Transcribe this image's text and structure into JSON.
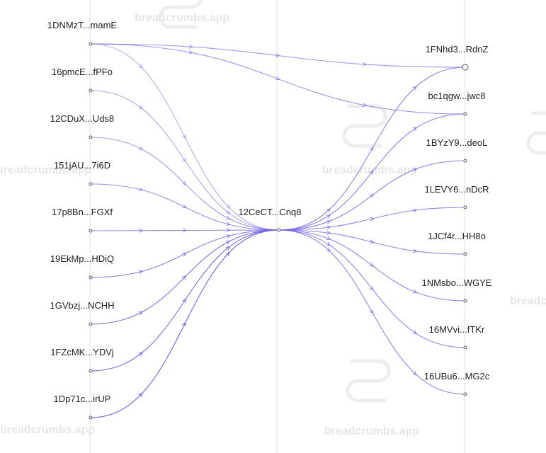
{
  "watermark": "breadcrumbs.app",
  "colors": {
    "link": "#6c5fe0",
    "column": "#e2e2e2",
    "node": "#555555",
    "label": "#222222",
    "watermark": "#e6e6e6"
  },
  "left_nodes": [
    "1DNMzT...mamE",
    "16pmcE...fPFo",
    "12CDuX...Uds8",
    "151jAU...7i6D",
    "17p8Bn...FGXf",
    "19EkMp...HDiQ",
    "1GVbzj...NCHH",
    "1FZcMK...YDVj",
    "1Dp71c...irUP"
  ],
  "center_node": "12CeCT...Cnq8",
  "right_nodes": [
    "1FNhd3...RdnZ",
    "bc1qgw...jwc8",
    "1BYzY9...deoL",
    "1LEVY6...nDcR",
    "1JCf4r...HH8o",
    "1NMsbo...WGYE",
    "16MVvi...fTKr",
    "16UBu6...MG2c"
  ],
  "extra_links": [
    {
      "from": "1DNMzT...mamE",
      "to": "1FNhd3...RdnZ"
    },
    {
      "from": "1DNMzT...mamE",
      "to": "bc1qgw...jwc8"
    }
  ]
}
